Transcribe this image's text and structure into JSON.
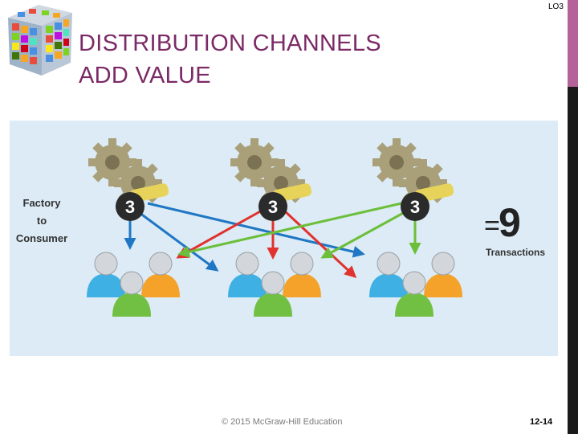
{
  "slide": {
    "lo_tag": "LO3",
    "title_line1": "DISTRIBUTION CHANNELS",
    "title_line2": "ADD VALUE",
    "copyright": "© 2015 McGraw-Hill Education",
    "page_number": "12-14"
  },
  "figure": {
    "left_label_line1": "Factory",
    "left_label_line2": "to",
    "left_label_line3": "Consumer",
    "gear_badges": [
      "3",
      "3",
      "3"
    ],
    "equals": "=",
    "total": "9",
    "total_label": "Transactions"
  },
  "colors": {
    "title": "#7b2a66",
    "accent_pink": "#b5629a",
    "figure_bg": "#dcebf5",
    "arrow_blue": "#1f77c4",
    "arrow_red": "#e0322e",
    "arrow_green": "#6cbf3a",
    "gear": "#a9a07a",
    "person_blue": "#3fb0e4",
    "person_green": "#72c043",
    "person_orange": "#f4a22a"
  }
}
